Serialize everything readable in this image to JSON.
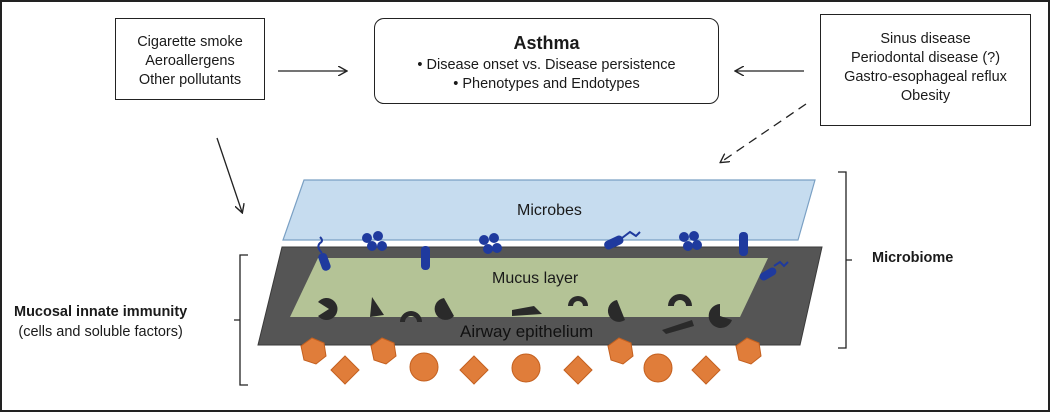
{
  "environment_box": {
    "lines": [
      "Cigarette smoke",
      "Aeroallergens",
      "Other pollutants"
    ]
  },
  "asthma_box": {
    "title": "Asthma",
    "bullets": [
      "• Disease onset vs. Disease persistence",
      "• Phenotypes and Endotypes"
    ]
  },
  "comorbidities_box": {
    "lines": [
      "Sinus disease",
      "Periodontal disease (?)",
      "Gastro-esophageal reflux",
      "Obesity"
    ]
  },
  "layers": {
    "microbes": "Microbes",
    "mucus": "Mucus layer",
    "epithelium": "Airway epithelium"
  },
  "brackets": {
    "microbiome": "Microbiome",
    "immunity_title": "Mucosal innate immunity",
    "immunity_subtitle": "(cells and soluble factors)"
  },
  "colors": {
    "microbes_layer": "#c6dcef",
    "mucus_layer": "#b9c99a",
    "epithelium_layer": "#555555",
    "microbe_glyph": "#1f3a9e",
    "immune_cell": "#e07d3a"
  }
}
